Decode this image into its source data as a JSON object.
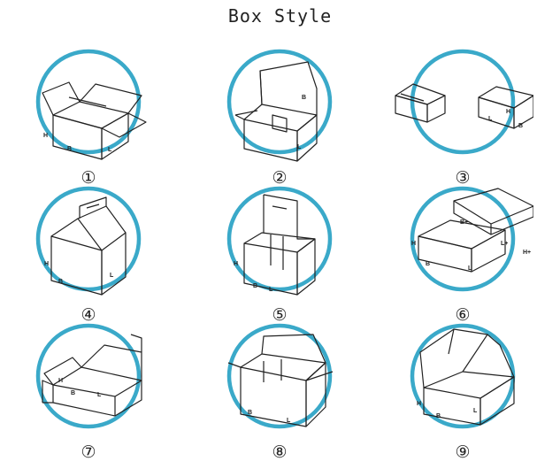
{
  "title": "Box Style",
  "ring_color": "#3aa9c9",
  "items": [
    {
      "num": "①",
      "labels": [
        "H",
        "B",
        "L"
      ]
    },
    {
      "num": "②",
      "labels": [
        "B",
        "L"
      ]
    },
    {
      "num": "③",
      "labels": [
        "L",
        "H",
        "B"
      ]
    },
    {
      "num": "④",
      "labels": [
        "H",
        "B",
        "L"
      ]
    },
    {
      "num": "⑤",
      "labels": [
        "H",
        "B",
        "L"
      ]
    },
    {
      "num": "⑥",
      "labels": [
        "H",
        "B",
        "L",
        "B+",
        "L+",
        "H+"
      ]
    },
    {
      "num": "⑦",
      "labels": [
        "H",
        "B",
        "L"
      ]
    },
    {
      "num": "⑧",
      "labels": [
        "B",
        "L"
      ]
    },
    {
      "num": "⑨",
      "labels": [
        "H",
        "B",
        "L"
      ]
    }
  ]
}
